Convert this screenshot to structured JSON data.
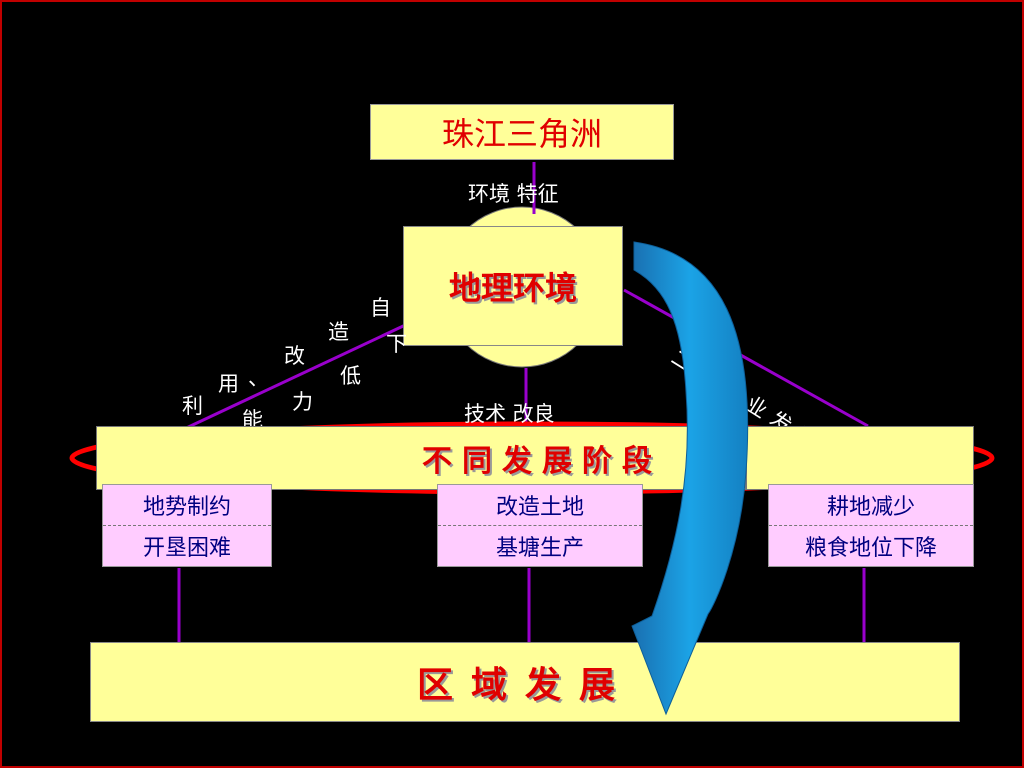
{
  "title": "珠江三角洲",
  "center": "地理环境",
  "top_link": "环境 特征",
  "left_link_chars": [
    "利",
    "用",
    "、",
    "能",
    "力",
    "改",
    "造",
    "低",
    "自",
    "下"
  ],
  "middle_link": "技术 改良",
  "right_link": "二三产业发展",
  "stage_title": "不同发展阶段",
  "column_left": [
    "地势制约",
    "开垦困难"
  ],
  "column_middle": [
    "改造土地",
    "基塘生产"
  ],
  "column_right": [
    "耕地减少",
    "粮食地位下降"
  ],
  "bottom_title": "区域发展",
  "colors": {
    "background": "#000000",
    "box_yellow": "#ffff99",
    "box_pink": "#ffccff",
    "title_red": "#e00000",
    "connector_purple": "#9900cc",
    "oval_red": "#ff0000",
    "arrow_blue": "#1ba3e6"
  }
}
